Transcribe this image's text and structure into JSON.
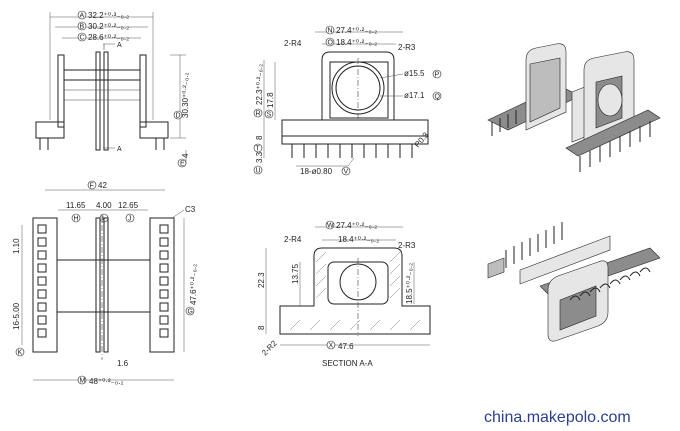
{
  "front_view": {
    "dims": [
      {
        "key": "A",
        "text": "32.2⁺⁰·³₋₀.₂"
      },
      {
        "key": "B",
        "text": "30.2⁺⁰·²₋₀.₂"
      },
      {
        "key": "C",
        "text": "28.6⁺⁰·²₋₀.₂"
      },
      {
        "key": "D",
        "text": "30.30⁺⁰·²₋₀.₂"
      },
      {
        "key": "E",
        "text": "4"
      }
    ],
    "section_mark": "A"
  },
  "side_view": {
    "labels": [
      {
        "key": "N",
        "text": "27.4⁺⁰·²₋₀.₂"
      },
      {
        "key": "O",
        "text": "18.4⁺⁰·²₋₀.₂"
      },
      {
        "key": "P",
        "text": "ø15.5"
      },
      {
        "key": "Q",
        "text": "ø17.1"
      },
      {
        "key": "R",
        "text": "22.3⁺⁰·²₋₀.₂"
      },
      {
        "key": "S",
        "text": "17.8"
      },
      {
        "key": "T",
        "text": "8"
      },
      {
        "key": "U",
        "text": "3.3"
      },
      {
        "key": "V",
        "text": "18-ø0.80"
      }
    ],
    "callouts": [
      "2-R4",
      "2-R3",
      "R0.3"
    ]
  },
  "bottom_view": {
    "labels": [
      {
        "key": "F",
        "text": "42"
      },
      {
        "key": "G",
        "text": "47.6⁺⁰·²₋₀.₂"
      },
      {
        "key": "H",
        "text": "11.65"
      },
      {
        "key": "I",
        "text": "4.00"
      },
      {
        "key": "J",
        "text": "12.65"
      },
      {
        "key": "K",
        "text": ""
      },
      {
        "key": "M",
        "text": "48⁺⁰·²₋₀.₂"
      }
    ],
    "extra": [
      "C3",
      "1.10",
      "16-5.00",
      "1.6"
    ]
  },
  "section_view": {
    "labels": [
      {
        "key": "W",
        "text": "27.4⁺⁰·²₋₀.₂"
      },
      {
        "key": "X",
        "text": "47.6"
      }
    ],
    "extra": [
      "18.4⁺⁰·²₋₀.₂",
      "2-R4",
      "2-R3",
      "22.3",
      "13.75",
      "18.5⁺⁰·²₋₀.₂",
      "8",
      "2-R2"
    ],
    "title": "SECTION A-A"
  },
  "watermark": "china.makepolo.com"
}
